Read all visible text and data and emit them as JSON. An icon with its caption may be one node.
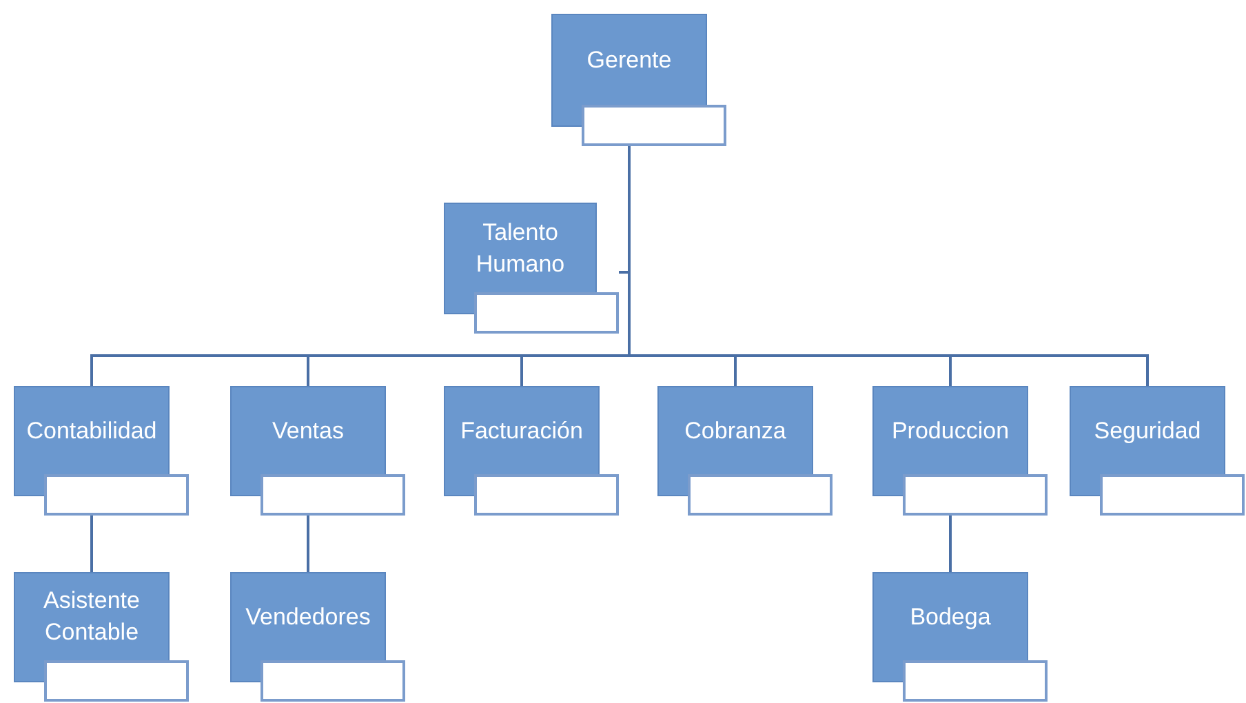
{
  "diagram": {
    "nodes": [
      {
        "text": [
          "Gerente"
        ]
      },
      {
        "text": [
          "Talento Humano"
        ]
      },
      {
        "text": [
          "Contabilidad"
        ]
      },
      {
        "text": [
          "Ventas"
        ]
      },
      {
        "text": [
          "Facturación"
        ]
      },
      {
        "text": [
          "Cobranza"
        ]
      },
      {
        "text": [
          "Produccion"
        ]
      },
      {
        "text": [
          "Seguridad"
        ]
      },
      {
        "text": [
          "Asistente Contable"
        ]
      },
      {
        "text": [
          "Vendedores"
        ]
      },
      {
        "text": [
          "Bodega"
        ]
      }
    ],
    "edges": [
      {
        "from": 0,
        "to": 1,
        "arrow": "none"
      },
      {
        "from": 0,
        "to": 2,
        "arrow": "none"
      },
      {
        "from": 0,
        "to": 3,
        "arrow": "none"
      },
      {
        "from": 0,
        "to": 4,
        "arrow": "none"
      },
      {
        "from": 0,
        "to": 5,
        "arrow": "none"
      },
      {
        "from": 0,
        "to": 6,
        "arrow": "none"
      },
      {
        "from": 0,
        "to": 7,
        "arrow": "none"
      },
      {
        "from": 2,
        "to": 8,
        "arrow": "none"
      },
      {
        "from": 3,
        "to": 9,
        "arrow": "none"
      },
      {
        "from": 6,
        "to": 10,
        "arrow": "none"
      }
    ]
  }
}
